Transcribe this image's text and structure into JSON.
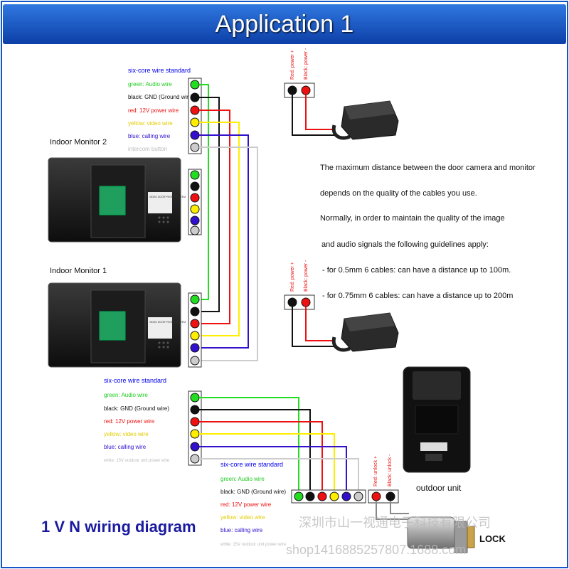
{
  "title": "Application 1",
  "wire_standard": {
    "heading": "six-core wire standard",
    "green": "green: Audio wire",
    "black": "black: GND (Ground wire)",
    "red": "red: 12V power wire",
    "yellow": "yellow: video wire",
    "blue": "blue: calling wire",
    "intercom": "intercom button",
    "white_outdoor": "white: 15V outdoor unit power wire"
  },
  "indoor_monitor_2": "Indoor Monitor 2",
  "indoor_monitor_1": "Indoor Monitor 1",
  "monitor_screen_text": "VIDEO DOOR PHONE SYSTEM",
  "adapter_red": "Red: power +",
  "adapter_black": "Black: power -",
  "unlock_red": "Red: unlock +",
  "unlock_black": "Black: unlock -",
  "notes": {
    "line1": "The maximum distance between the door camera and monitor",
    "line2": "depends on the quality of the cables you use.",
    "line3": "Normally, in order to maintain the quality of the image",
    "line4": "and audio signals the following guidelines apply:",
    "line5": "- for 0.5mm   6 cables: can have a distance up to 100m.",
    "line6": "- for 0.75mm   6 cables: can have a distance up to 200m"
  },
  "outdoor_unit": "outdoor unit",
  "lock": "LOCK",
  "diagram_caption": "1 V N wiring diagram",
  "watermark_cn": "深圳市山一视通电子科技有限公司",
  "watermark_url": "shop1416885257807.1688.com",
  "colors": {
    "title_bar": "#1456c8",
    "green": "#22dd22",
    "black": "#111111",
    "red": "#ee1111",
    "yellow": "#ffee00",
    "blue": "#3311cc",
    "white_wire": "#cccccc",
    "caption": "#1a1aa0"
  }
}
